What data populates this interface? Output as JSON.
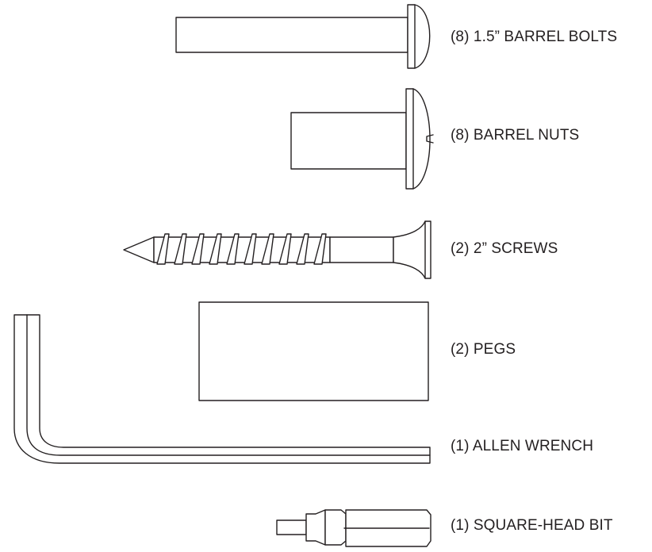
{
  "parts": [
    {
      "id": "barrel-bolts",
      "label": "(8) 1.5” BARREL BOLTS"
    },
    {
      "id": "barrel-nuts",
      "label": "(8) BARREL NUTS"
    },
    {
      "id": "screws",
      "label": "(2) 2” SCREWS"
    },
    {
      "id": "pegs",
      "label": "(2) PEGS"
    },
    {
      "id": "allen-wrench",
      "label": "(1) ALLEN WRENCH"
    },
    {
      "id": "square-head-bit",
      "label": "(1) SQUARE-HEAD BIT"
    }
  ]
}
